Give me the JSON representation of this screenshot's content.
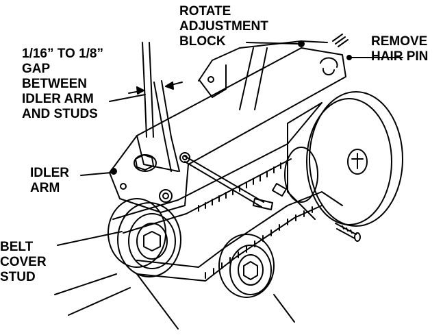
{
  "callouts": {
    "rotate_block": [
      "ROTATE",
      "ADJUSTMENT",
      "BLOCK"
    ],
    "remove_pin": [
      "REMOVE",
      "HAIR PIN"
    ],
    "gap": [
      "1/16” TO 1/8”",
      "GAP",
      "BETWEEN",
      "IDLER ARM",
      "AND STUDS"
    ],
    "idler_arm": [
      "IDLER",
      "ARM"
    ],
    "belt_stud": [
      "BELT",
      "COVER",
      "STUD"
    ]
  },
  "colors": {
    "ink": "#000000",
    "paper": "#ffffff"
  }
}
